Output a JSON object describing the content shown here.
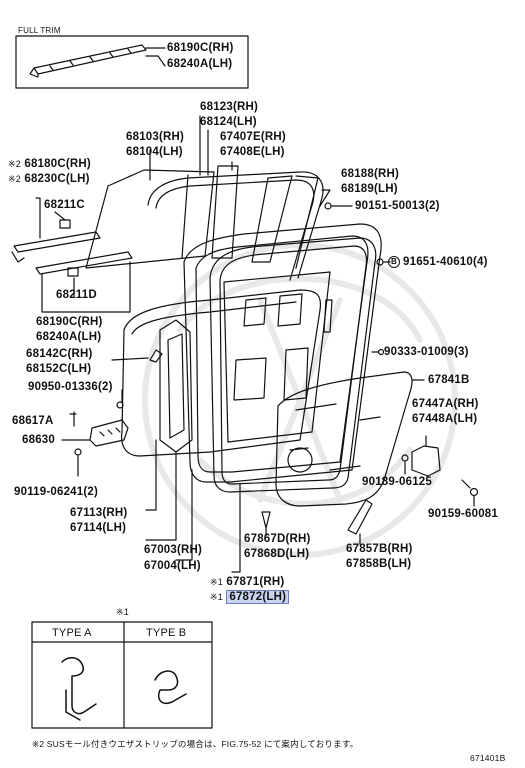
{
  "header": {
    "full_trim": "FULL TRIM"
  },
  "parts": {
    "p68190C_rh": "68190C(RH)",
    "p68240A_lh": "68240A(LH)",
    "p68123_rh": "68123(RH)",
    "p68124_lh": "68124(LH)",
    "p68103_rh": "68103(RH)",
    "p68104_lh": "68104(LH)",
    "p67407E_rh": "67407E(RH)",
    "p67408E_lh": "67408E(LH)",
    "p68180C_rh": "68180C(RH)",
    "p68230C_lh": "68230C(LH)",
    "mark2": "※2",
    "p68188_rh": "68188(RH)",
    "p68189_lh": "68189(LH)",
    "p68211C": "68211C",
    "p90151": "90151-50013(2)",
    "p91651": "91651-40610(4)",
    "circle_b": "B",
    "p68211D": "68211D",
    "p68190C_rh_2": "68190C(RH)",
    "p68240A_lh_2": "68240A(LH)",
    "p68142C_rh": "68142C(RH)",
    "p68152C_lh": "68152C(LH)",
    "p90333": "90333-01009(3)",
    "p90950": "90950-01336(2)",
    "p67841B": "67841B",
    "p67447A_rh": "67447A(RH)",
    "p67448A_lh": "67448A(LH)",
    "p68617A": "68617A",
    "p68630": "68630",
    "p90189": "90189-06125",
    "p90119": "90119-06241(2)",
    "p90159": "90159-60081",
    "p67113_rh": "67113(RH)",
    "p67114_lh": "67114(LH)",
    "p67867D_rh": "67867D(RH)",
    "p67868D_lh": "67868D(LH)",
    "p67857B_rh": "67857B(RH)",
    "p67858B_lh": "67858B(LH)",
    "p67003_rh": "67003(RH)",
    "p67004_lh": "67004(LH)",
    "mark1": "※1",
    "p67871_rh": "67871(RH)",
    "p67872_lh": "67872(LH)"
  },
  "type_table": {
    "mark": "※1",
    "type_a": "TYPE A",
    "type_b": "TYPE B"
  },
  "footnote": "※2 SUSモール付きウエザストリップの場合は、FIG.75-52 にて案内しております。",
  "figure_id": "671401B",
  "colors": {
    "highlight": "#c9d4f2",
    "ink": "#111111"
  }
}
